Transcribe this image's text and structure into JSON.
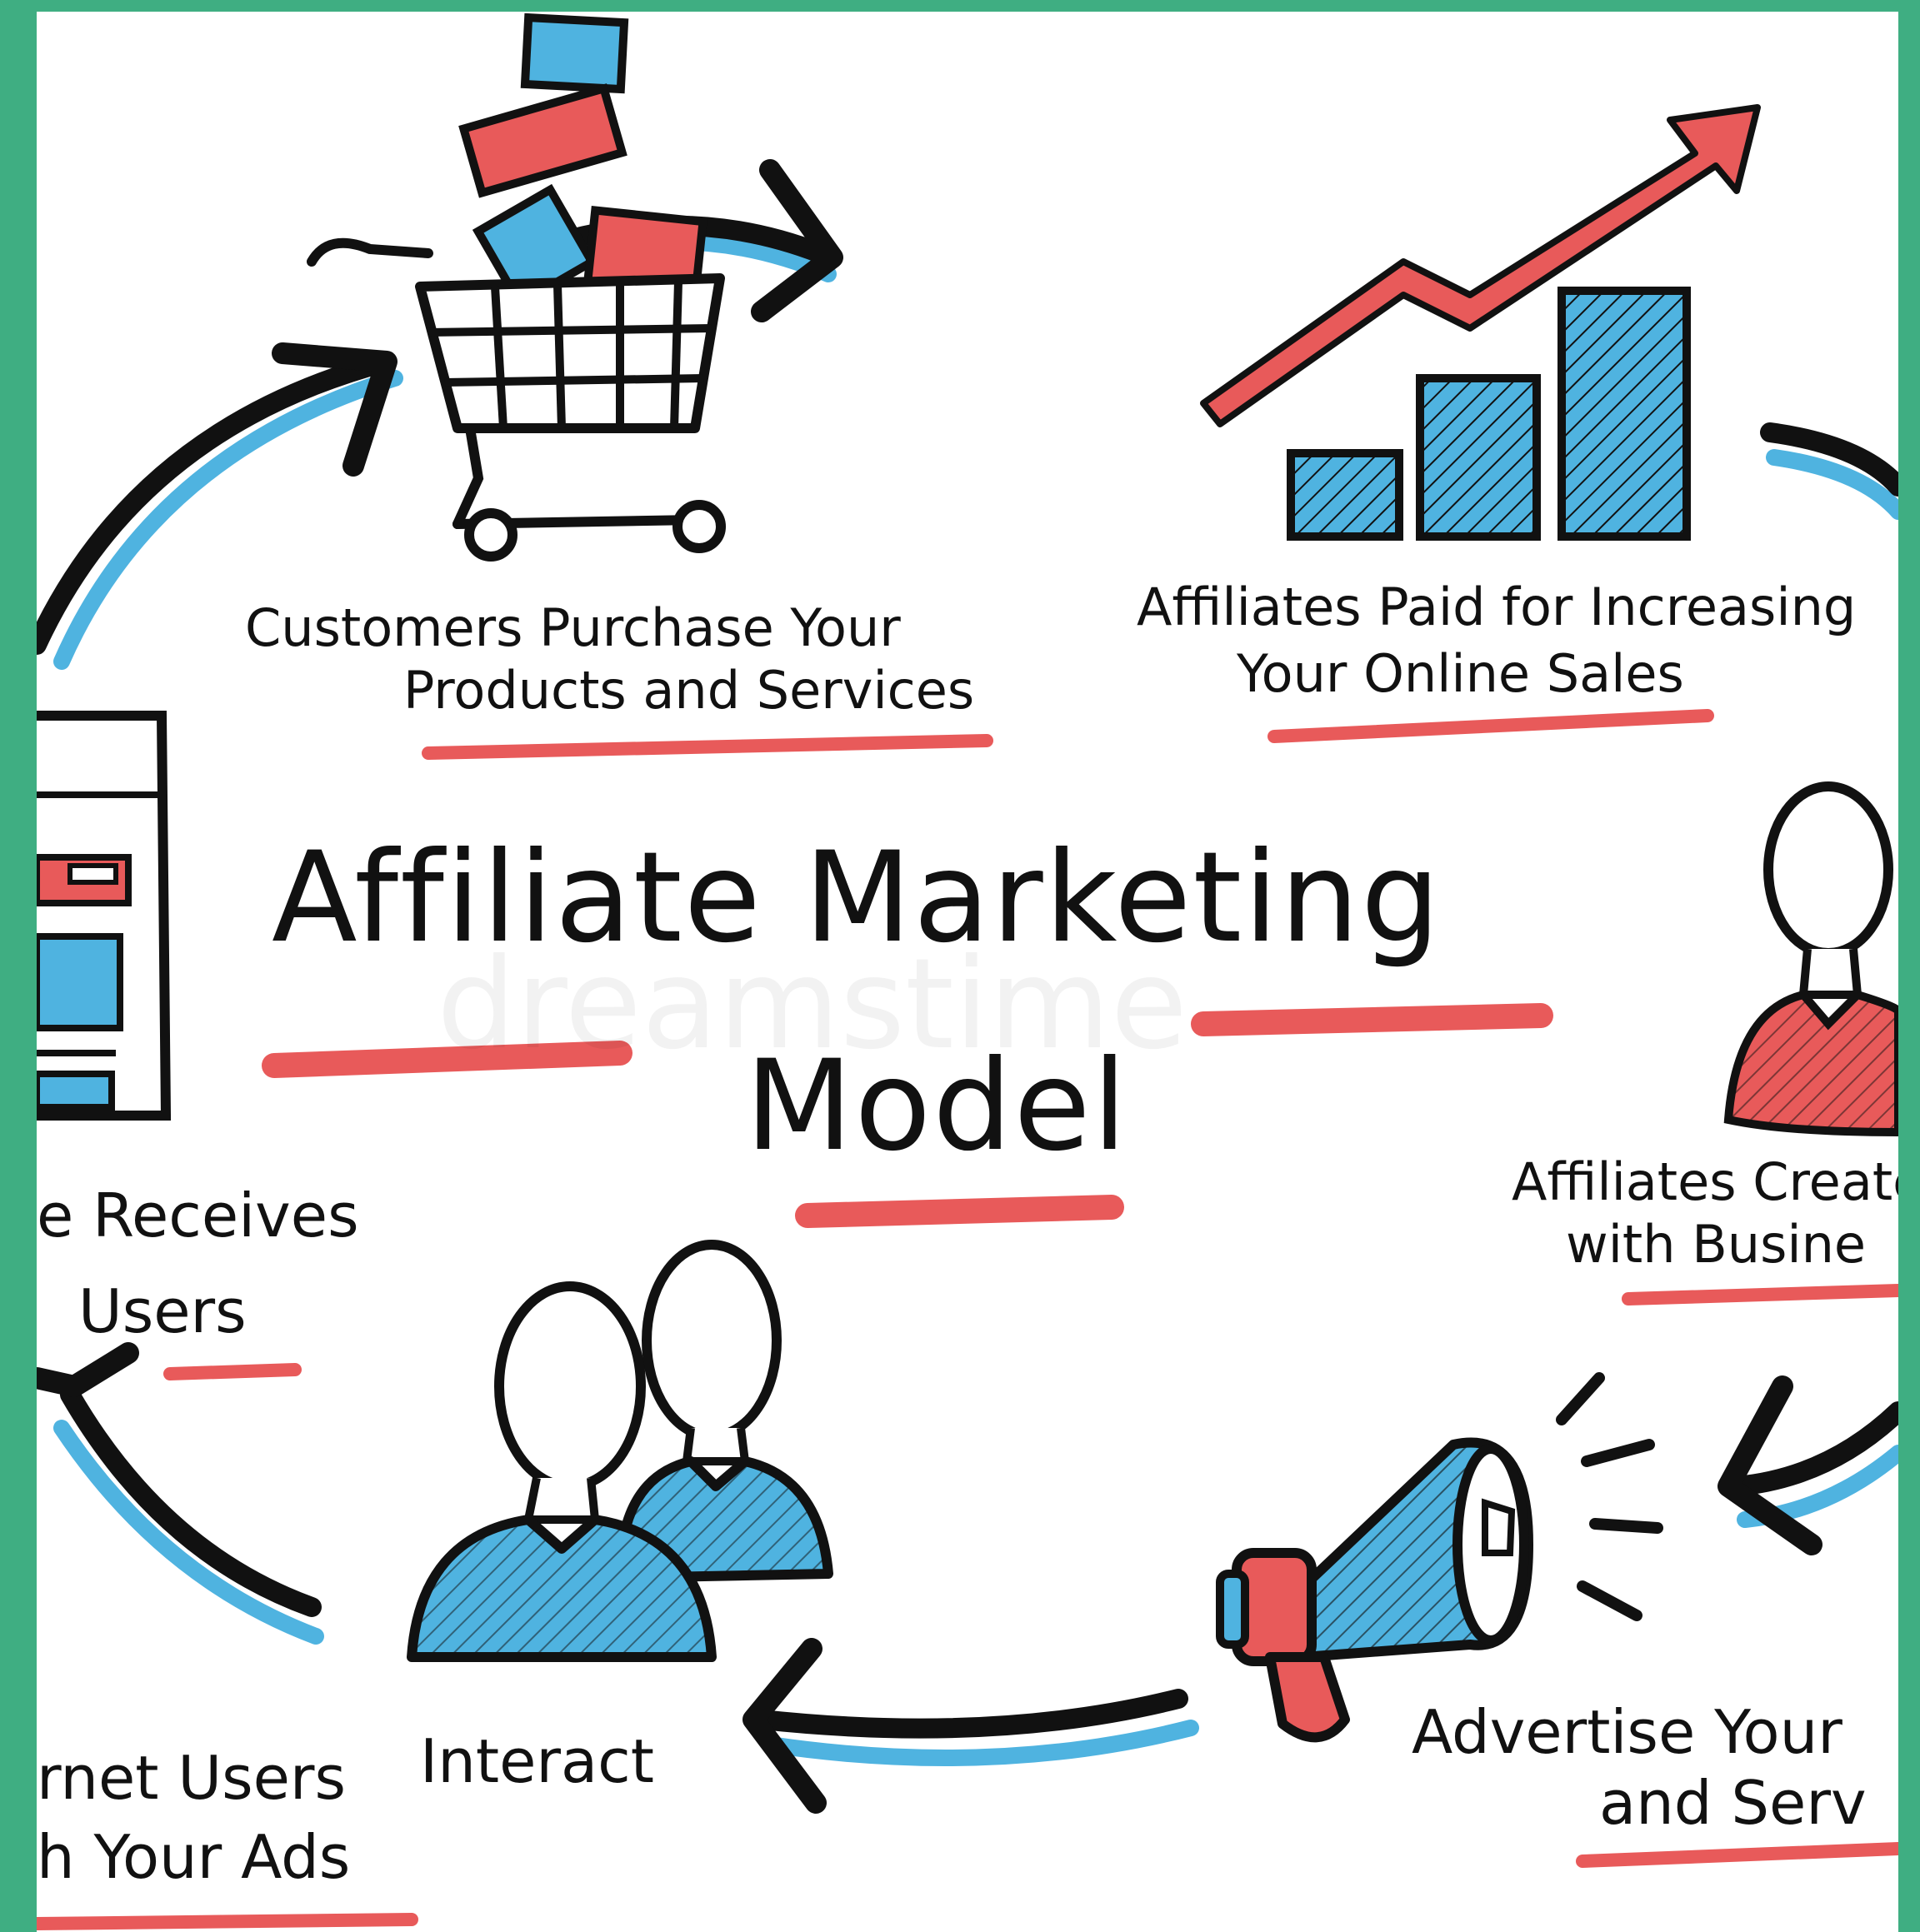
{
  "diagram": {
    "title_line1": "Affiliate Marketing",
    "title_line2": "Model",
    "watermark": "dreamstime",
    "steps": [
      {
        "id": "purchase",
        "line1": "Customers Purchase Your",
        "line2": "Products and Services",
        "icon": "shopping-cart-icon"
      },
      {
        "id": "paid",
        "line1": "Affiliates Paid for Increasing",
        "line2": "Your Online Sales",
        "icon": "sales-growth-chart-icon"
      },
      {
        "id": "create",
        "line1": "Affiliates Create",
        "line2": "with Busine",
        "icon": "affiliate-person-icon"
      },
      {
        "id": "advertise",
        "line1": "Advertise Your",
        "line2": "and Serv",
        "icon": "megaphone-icon"
      },
      {
        "id": "interact",
        "line1": "rnet Users",
        "line1b": "Interact",
        "line2": "h Your Ads",
        "icon": "internet-users-icon"
      },
      {
        "id": "receives",
        "line1": "e Receives",
        "line2": "Users",
        "icon": "website-icon"
      }
    ],
    "colors": {
      "accent_red": "#e85a5a",
      "accent_blue": "#4fb3e0",
      "ink": "#111111",
      "border": "#3fae82"
    }
  }
}
